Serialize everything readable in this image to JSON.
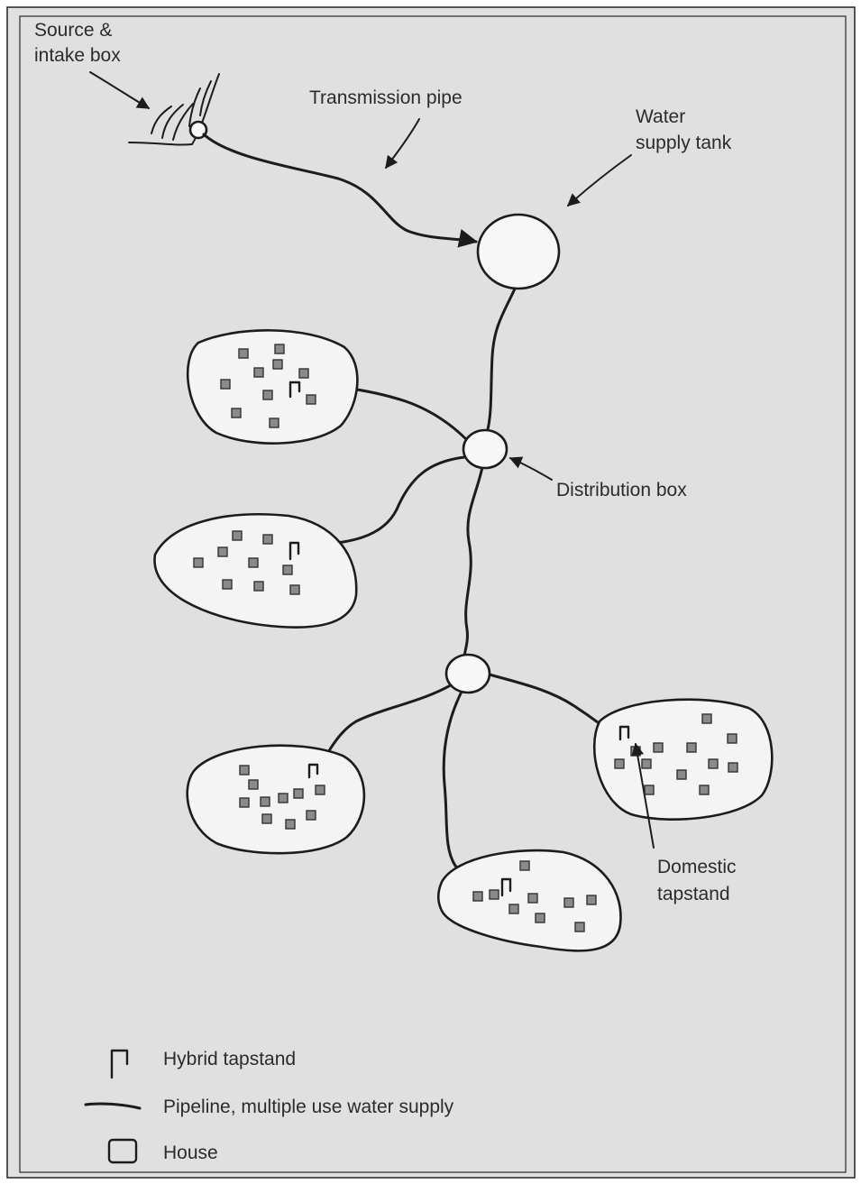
{
  "labels": {
    "source": [
      "Source &",
      "intake box"
    ],
    "transmission": "Transmission pipe",
    "tank": [
      "Water",
      "supply tank"
    ],
    "distribution": "Distribution box",
    "domestic": [
      "Domestic",
      "tapstand"
    ]
  },
  "legend": {
    "hybrid": "Hybrid tapstand",
    "pipeline": "Pipeline, multiple use water supply",
    "house": "House"
  }
}
